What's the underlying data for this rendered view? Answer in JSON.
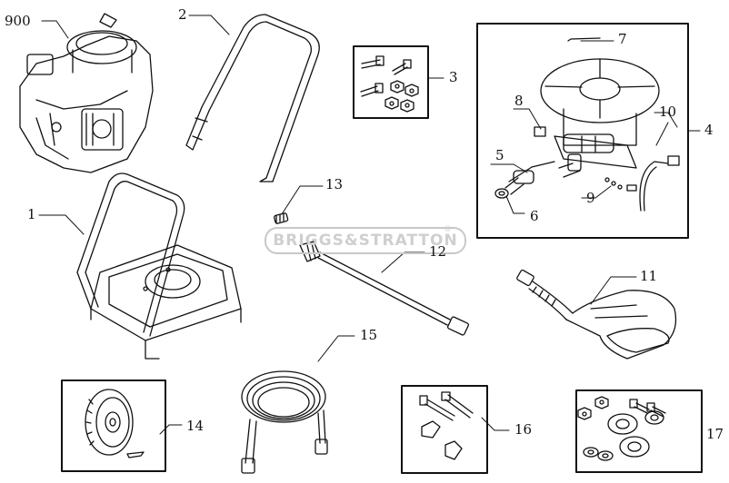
{
  "watermark": {
    "text": "BRIGGS&STRATTON",
    "mark": "®"
  },
  "callouts": {
    "c900": "900",
    "c1": "1",
    "c2": "2",
    "c3": "3",
    "c4": "4",
    "c5": "5",
    "c6": "6",
    "c7": "7",
    "c8": "8",
    "c9": "9",
    "c10": "10",
    "c11": "11",
    "c12": "12",
    "c13": "13",
    "c14": "14",
    "c15": "15",
    "c16": "16",
    "c17": "17"
  },
  "parts": [
    "engine",
    "frame",
    "handle",
    "hardware-kit",
    "pump-assembly",
    "hose-adapter",
    "o-ring",
    "pin",
    "fitting",
    "seal-kit",
    "detergent-tube",
    "spray-gun",
    "lance",
    "nozzle",
    "wheel-kit",
    "high-pressure-hose",
    "handle-hardware",
    "wheel-hardware"
  ]
}
